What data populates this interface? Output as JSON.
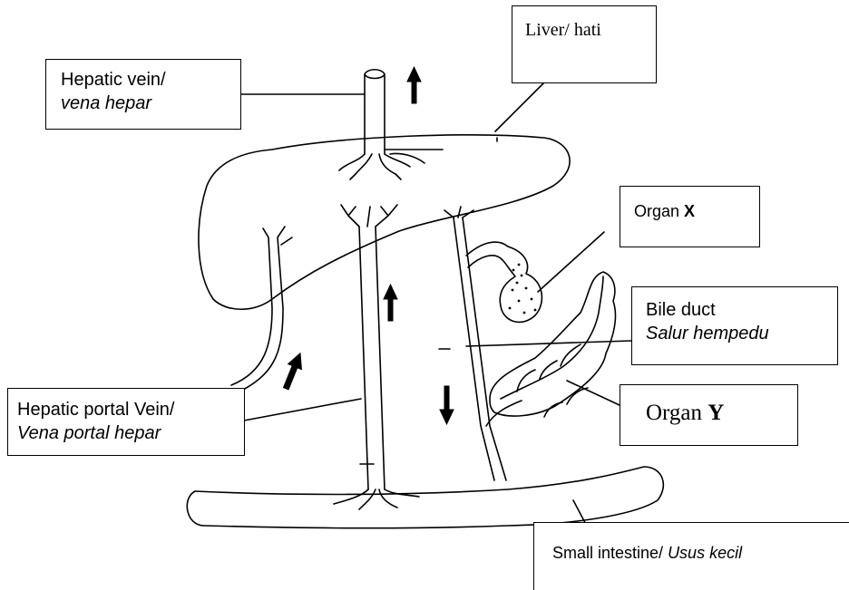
{
  "labels": {
    "liver": "Liver/ hati",
    "hepatic_vein_line1": "Hepatic vein/",
    "hepatic_vein_line2": "vena hepar",
    "organ_x_prefix": "Organ ",
    "organ_x_letter": "X",
    "bile_duct_line1": "Bile duct",
    "bile_duct_line2": "Salur hempedu",
    "organ_y_prefix": "Organ ",
    "organ_y_letter": "Y",
    "portal_vein_line1": "Hepatic portal Vein/",
    "portal_vein_line2": "Vena portal hepar",
    "small_intestine_prefix": "Small intestine/ ",
    "small_intestine_italic": "Usus kecil"
  },
  "colors": {
    "stroke": "#000000",
    "background": "#ffffff"
  }
}
